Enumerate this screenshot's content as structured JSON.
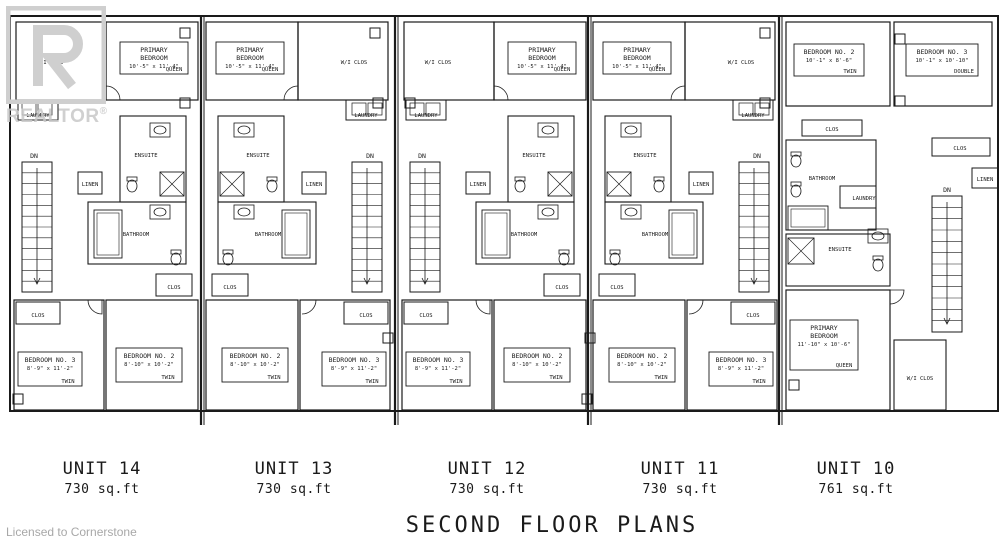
{
  "title": "SECOND FLOOR PLANS",
  "watermark": {
    "brand": "REALTOR",
    "mark": "®"
  },
  "license": "Licensed to Cornerstone",
  "colors": {
    "ink": "#1a1a1a",
    "watermark": "#c8c8c8",
    "license": "#a8a8a8"
  },
  "labels": {
    "primary_bedroom": "PRIMARY BEDROOM",
    "primary": "PRIMARY",
    "bedroom": "BEDROOM",
    "wi_clos": "W/I CLOS",
    "laundry": "LAUNDRY",
    "ensuite": "ENSUITE",
    "bathroom": "BATHROOM",
    "linen": "LINEN",
    "dn": "DN",
    "clos": "CLOS",
    "queen": "QUEEN",
    "twin": "TWIN",
    "double": "DOUBLE",
    "bedroom_2": "BEDROOM NO. 2",
    "bedroom_3": "BEDROOM NO. 3"
  },
  "units": [
    {
      "name": "UNIT 14",
      "area": "730 sq.ft",
      "primary_dim": "10'-5\" x 11'-4\"",
      "bed3_dim": "8'-9\" x 11'-2\"",
      "bed2_dim": "8'-10\" x 10'-2\""
    },
    {
      "name": "UNIT 13",
      "area": "730 sq.ft",
      "primary_dim": "10'-5\" x 11'-4\"",
      "bed3_dim": "8'-9\" x 11'-2\"",
      "bed2_dim": "8'-10\" x 10'-2\""
    },
    {
      "name": "UNIT 12",
      "area": "730 sq.ft",
      "primary_dim": "10'-5\" x 11'-4\"",
      "bed3_dim": "8'-9\" x 11'-2\"",
      "bed2_dim": "8'-10\" x 10'-2\""
    },
    {
      "name": "UNIT 11",
      "area": "730 sq.ft",
      "primary_dim": "10'-5\" x 11'-4\"",
      "bed3_dim": "8'-9\" x 11'-2\"",
      "bed2_dim": "8'-10\" x 10'-2\""
    },
    {
      "name": "UNIT 10",
      "area": "761 sq.ft",
      "primary_dim": "11'-10\" x 10'-6\"",
      "bed3_dim": "10'-1\" x 10'-10\"",
      "bed2_dim": "10'-1\" x 8'-6\""
    }
  ]
}
